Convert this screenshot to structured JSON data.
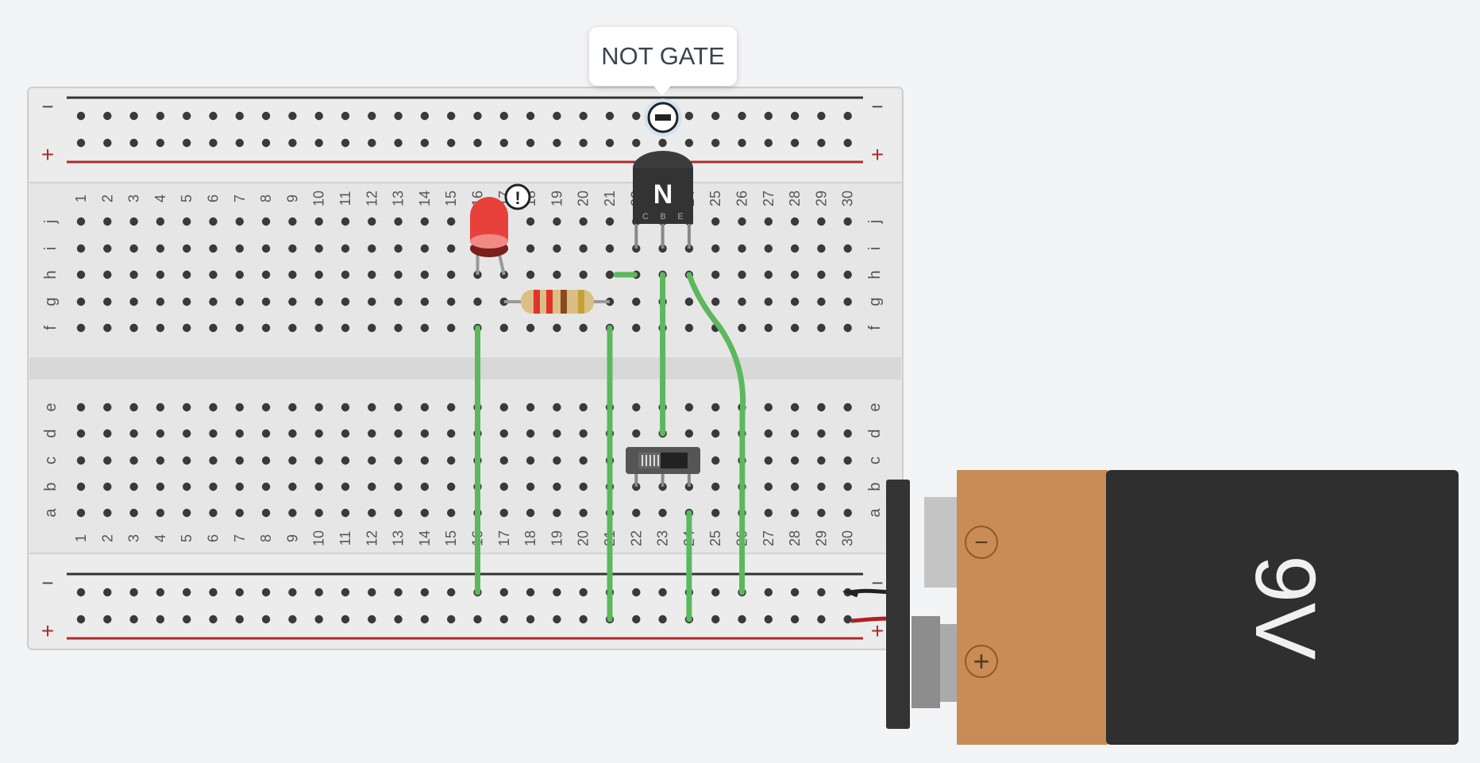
{
  "tooltip": {
    "text": "NOT GATE"
  },
  "breadboard": {
    "columns": [
      "1",
      "2",
      "3",
      "4",
      "5",
      "6",
      "7",
      "8",
      "9",
      "10",
      "11",
      "12",
      "13",
      "14",
      "15",
      "16",
      "17",
      "18",
      "19",
      "20",
      "21",
      "22",
      "23",
      "24",
      "25",
      "26",
      "27",
      "28",
      "29",
      "30"
    ],
    "top_rows": [
      "j",
      "i",
      "h",
      "g",
      "f"
    ],
    "bottom_rows": [
      "e",
      "d",
      "c",
      "b",
      "a"
    ],
    "rail_minus": "−",
    "rail_plus": "+"
  },
  "transistor": {
    "type_label": "N",
    "pins": [
      "C",
      "B",
      "E"
    ]
  },
  "battery": {
    "label": "9V",
    "minus": "−",
    "plus": "+"
  },
  "warning": {
    "symbol": "!"
  },
  "colors": {
    "wire": "#5cb85c",
    "led": "#e8413b",
    "board": "#e6e6e6",
    "rail_red": "#b02a2a",
    "battery_copper": "#c98c56",
    "battery_body": "#2f2f2f"
  }
}
